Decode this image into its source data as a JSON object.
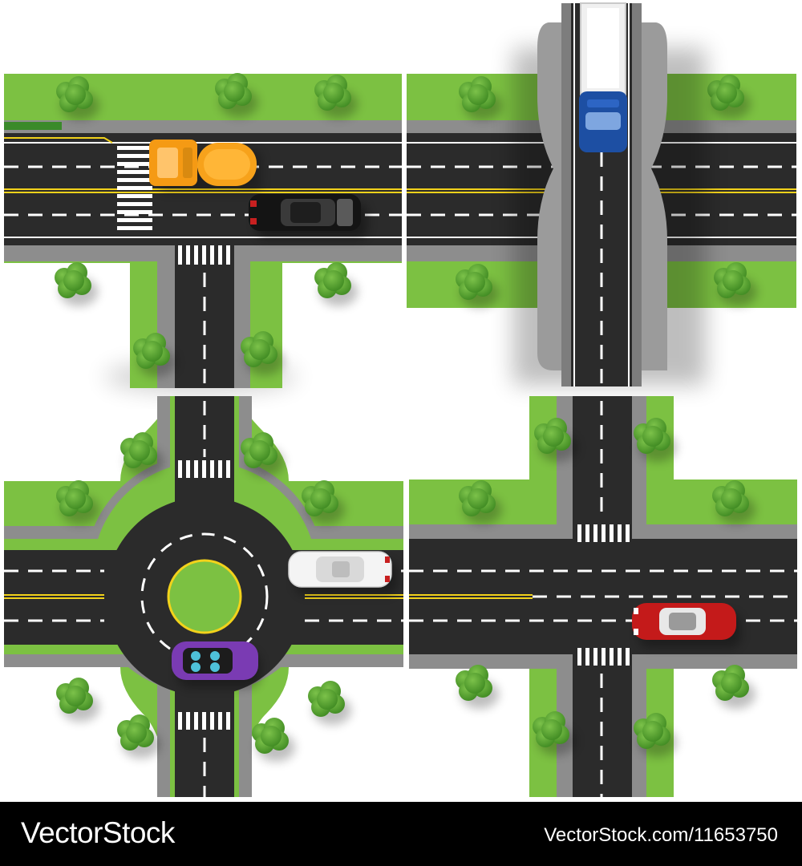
{
  "footer": {
    "brand": "VectorStock",
    "image_id": "VectorStock.com/11653750",
    "background": "#000000",
    "text_color": "#ffffff"
  },
  "palette": {
    "grass": "#7cc142",
    "asphalt": "#2b2b2b",
    "sidewalk": "#8a8a8a",
    "lane_white": "#ffffff",
    "lane_yellow": "#f2d21b",
    "tree": "#4f9a2c",
    "bridge": "#9b9b9b"
  },
  "tiles": [
    {
      "name": "T-junction",
      "vehicles": [
        "orange-tanker-truck",
        "black-suv"
      ]
    },
    {
      "name": "Overpass",
      "vehicles": [
        "blue-cab-box-truck"
      ]
    },
    {
      "name": "Roundabout",
      "vehicles": [
        "white-sedan",
        "purple-convertible"
      ]
    },
    {
      "name": "Crossroads",
      "vehicles": [
        "red-sports-car"
      ]
    }
  ]
}
